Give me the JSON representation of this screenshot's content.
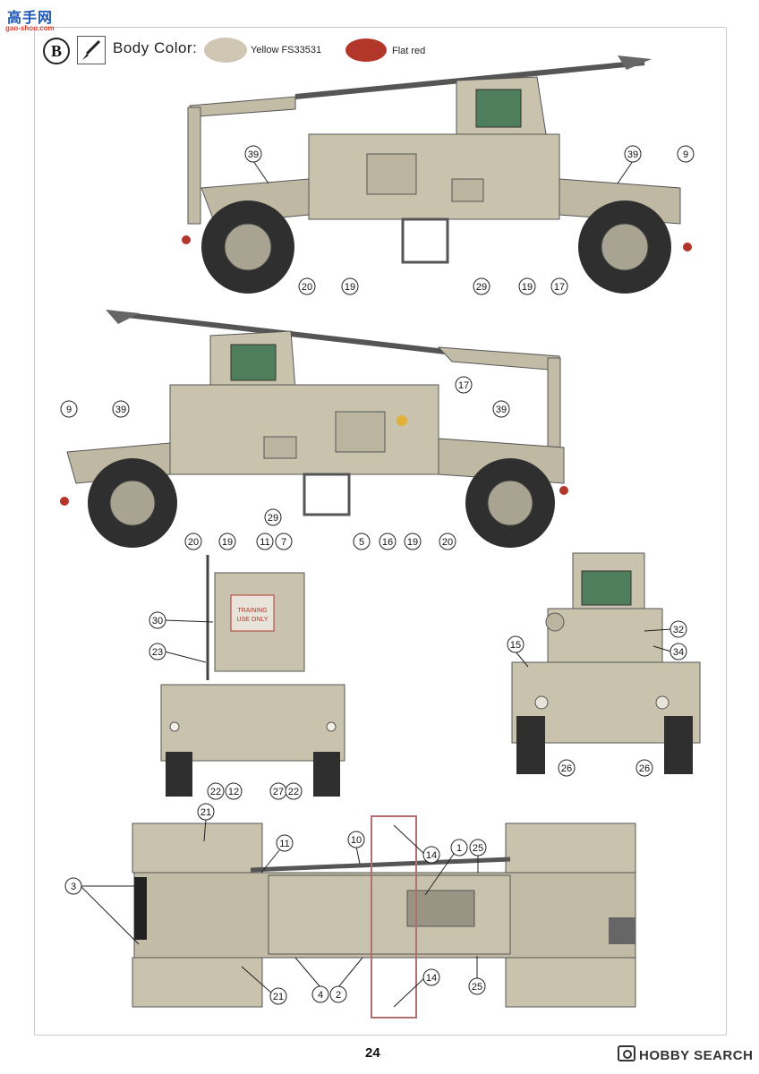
{
  "watermark": {
    "cn": "高手网",
    "url": "gao-shou.com"
  },
  "header": {
    "variant": "B",
    "body_color_label": "Body  Color:",
    "swatches": [
      {
        "label": "Yellow  FS33531",
        "color": "#cfc7b4"
      },
      {
        "label": "Flat  red",
        "color": "#b3362a"
      }
    ]
  },
  "views": {
    "side_right": {
      "callouts": [
        "39",
        "9",
        "20",
        "19",
        "29",
        "19",
        "17",
        "39"
      ]
    },
    "side_left": {
      "callouts": [
        "9",
        "39",
        "17",
        "39",
        "20",
        "19",
        "29",
        "11",
        "7",
        "5",
        "16",
        "19",
        "20"
      ]
    },
    "rear": {
      "callouts": [
        "30",
        "23",
        "22",
        "12",
        "27",
        "22"
      ],
      "sign_text": [
        "TRAINING",
        "USE ONLY"
      ]
    },
    "front": {
      "callouts": [
        "15",
        "32",
        "34",
        "26",
        "26"
      ]
    },
    "top": {
      "callouts": [
        "21",
        "11",
        "10",
        "14",
        "1",
        "25",
        "3",
        "21",
        "4",
        "2",
        "14",
        "25"
      ]
    }
  },
  "footer": {
    "page_number": "24",
    "brand": "HOBBY SEARCH"
  }
}
